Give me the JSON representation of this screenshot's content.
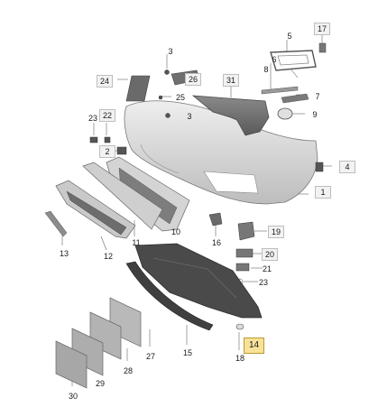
{
  "callouts": [
    {
      "id": "1",
      "label": "1"
    },
    {
      "id": "2",
      "label": "2"
    },
    {
      "id": "3a",
      "label": "3"
    },
    {
      "id": "3b",
      "label": "3"
    },
    {
      "id": "4",
      "label": "4"
    },
    {
      "id": "5",
      "label": "5"
    },
    {
      "id": "6",
      "label": "6"
    },
    {
      "id": "7",
      "label": "7"
    },
    {
      "id": "8",
      "label": "8"
    },
    {
      "id": "9",
      "label": "9"
    },
    {
      "id": "10",
      "label": "10"
    },
    {
      "id": "11",
      "label": "11"
    },
    {
      "id": "12",
      "label": "12"
    },
    {
      "id": "13",
      "label": "13"
    },
    {
      "id": "14",
      "label": "14"
    },
    {
      "id": "15",
      "label": "15"
    },
    {
      "id": "16",
      "label": "16"
    },
    {
      "id": "17",
      "label": "17"
    },
    {
      "id": "18",
      "label": "18"
    },
    {
      "id": "19",
      "label": "19"
    },
    {
      "id": "20",
      "label": "20"
    },
    {
      "id": "21",
      "label": "21"
    },
    {
      "id": "22",
      "label": "22"
    },
    {
      "id": "23a",
      "label": "23"
    },
    {
      "id": "23b",
      "label": "23"
    },
    {
      "id": "24",
      "label": "24"
    },
    {
      "id": "25",
      "label": "25"
    },
    {
      "id": "26",
      "label": "26"
    },
    {
      "id": "27",
      "label": "27"
    },
    {
      "id": "28",
      "label": "28"
    },
    {
      "id": "29",
      "label": "29"
    },
    {
      "id": "30",
      "label": "30"
    },
    {
      "id": "31",
      "label": "31"
    }
  ],
  "highlighted_part": "14"
}
